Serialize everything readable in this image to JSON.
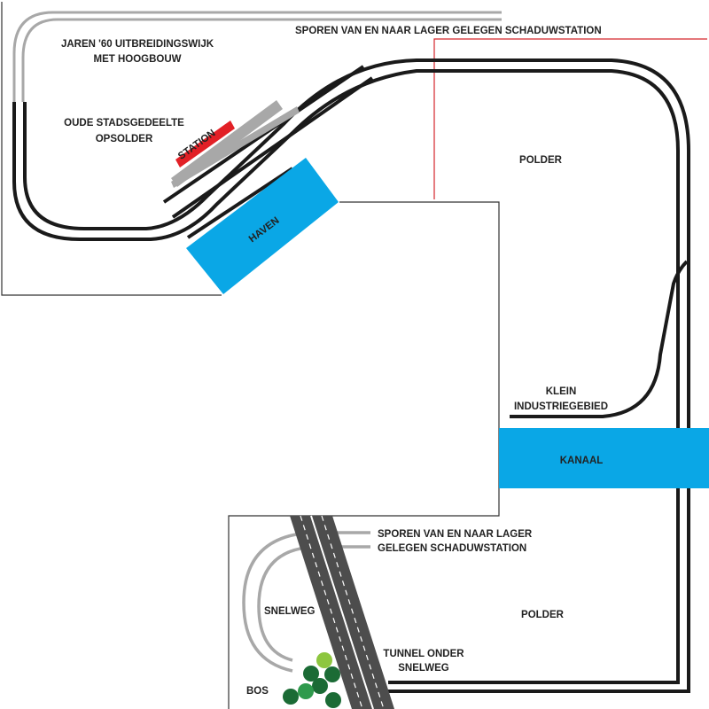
{
  "colors": {
    "track": "#1a1a1a",
    "hidden_track": "#a8a8a8",
    "water": "#0aa7e6",
    "station": "#e22026",
    "platform": "#a8a8a8",
    "board_outline": "#333333",
    "red_line": "#d4262b",
    "highway": "#4d4d4d",
    "tree_dark": "#1b6b35",
    "tree_mid": "#2e9a4c",
    "tree_light": "#8dc63f"
  },
  "labels": {
    "jaren60": [
      "JAREN '60 UITBREIDINGSWIJK",
      "MET HOOGBOUW"
    ],
    "schaduw_top": "SPOREN VAN EN NAAR LAGER GELEGEN SCHADUWSTATION",
    "oude_stad": [
      "OUDE STADSGEDEELTE",
      "OPSOLDER"
    ],
    "station": "STATION",
    "haven": "HAVEN",
    "polder_top": "POLDER",
    "klein": [
      "KLEIN",
      "INDUSTRIEGEBIED"
    ],
    "kanaal": "KANAAL",
    "schaduw_bottom": [
      "SPOREN VAN EN NAAR LAGER",
      "GELEGEN SCHADUWSTATION"
    ],
    "snelweg": "SNELWEG",
    "polder_bottom": "POLDER",
    "tunnel": [
      "TUNNEL ONDER",
      "SNELWEG"
    ],
    "bos": "BOS"
  }
}
